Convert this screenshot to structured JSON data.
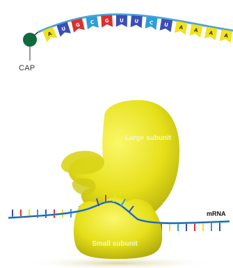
{
  "labels": {
    "cap": "CAP",
    "large_subunit": "Large subunit",
    "small_subunit": "Small subunit",
    "mrna": "mRNA"
  },
  "top_strand": {
    "bases": [
      "A",
      "U",
      "G",
      "C",
      "G",
      "U",
      "U",
      "C",
      "U",
      "A",
      "A",
      "A",
      "A"
    ],
    "base_colors": {
      "A": "#f2e21b",
      "U": "#3a4fb6",
      "G": "#d93030",
      "C": "#2f9ed8"
    }
  },
  "colors": {
    "cap": "#0f6b3a",
    "ribosome": "#e6e01a",
    "backbone": "#4ea3d8",
    "backbone_dark": "#2a4c8c"
  }
}
